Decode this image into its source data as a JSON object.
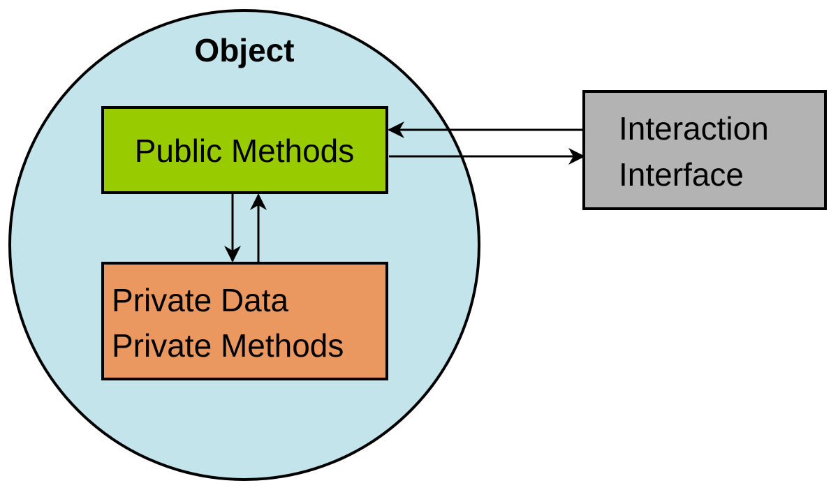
{
  "object": {
    "title": "Object",
    "color": "#c2e4ea"
  },
  "public_box": {
    "label": "Public Methods",
    "color": "#99cc00"
  },
  "private_box": {
    "lines": [
      "Private Data",
      "Private Methods"
    ],
    "color": "#ea9860"
  },
  "interface_box": {
    "lines": [
      "Interaction",
      "Interface"
    ],
    "color": "#b3b3b3"
  },
  "stroke_color": "#000000"
}
